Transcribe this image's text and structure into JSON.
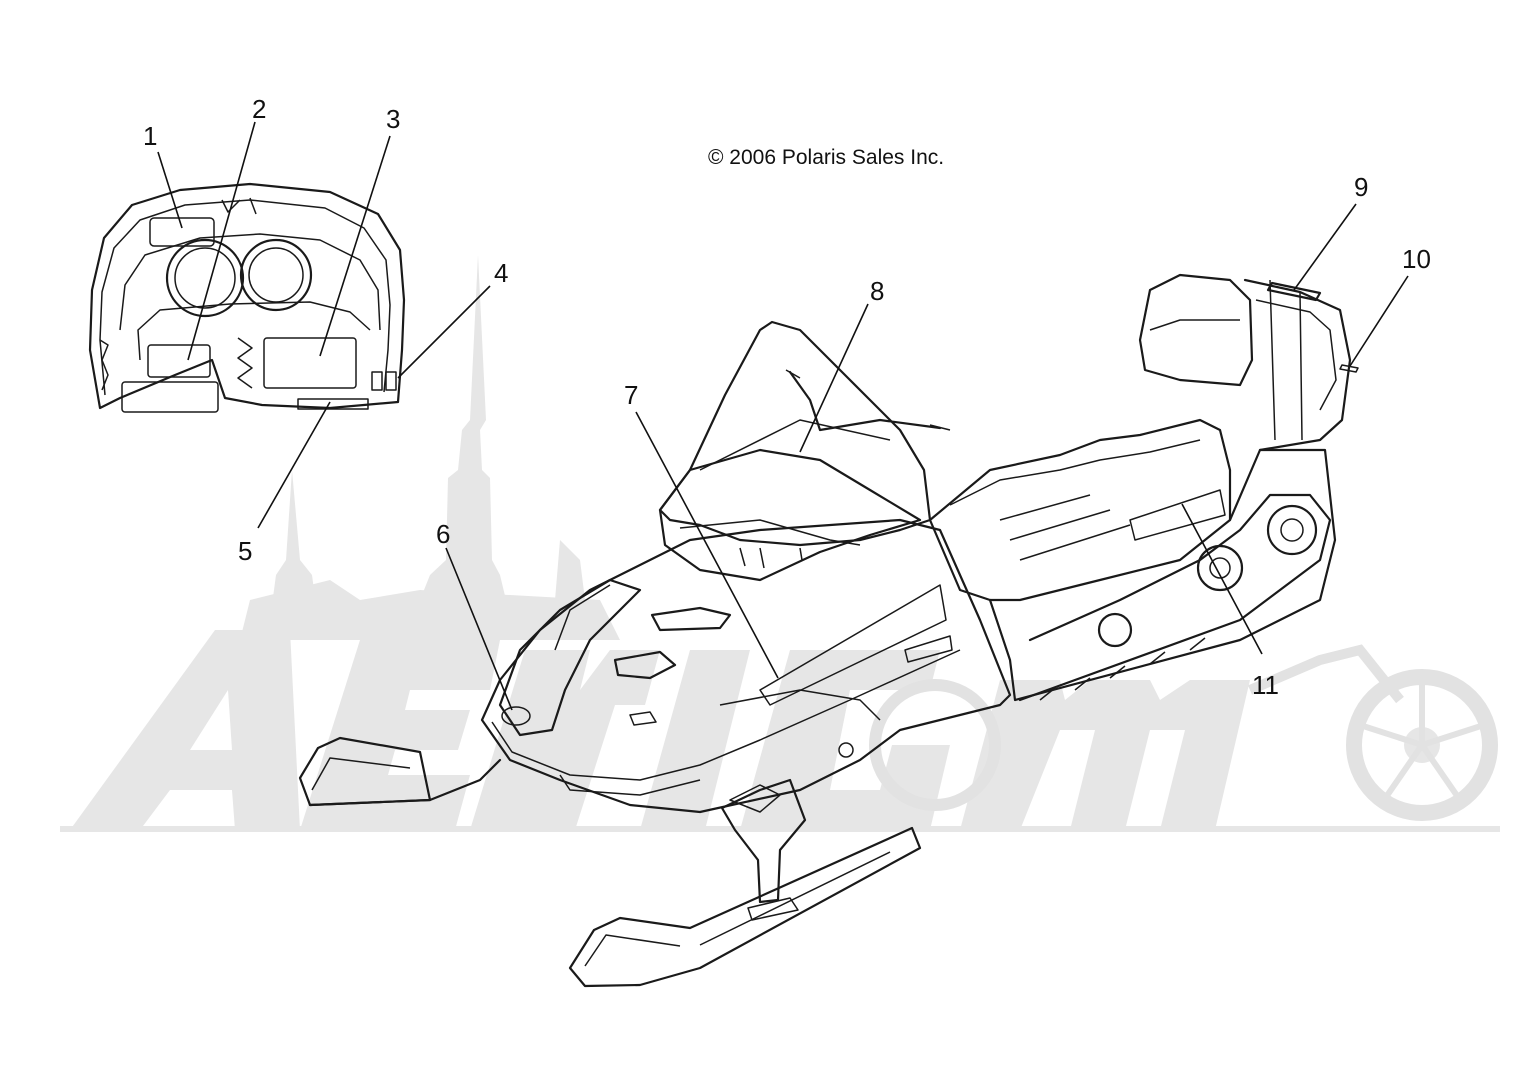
{
  "copyright": "© 2006 Polaris Sales Inc.",
  "watermark_icon": "castle-and-motorcycle-logo",
  "callouts": [
    {
      "id": "1",
      "label": "1"
    },
    {
      "id": "2",
      "label": "2"
    },
    {
      "id": "3",
      "label": "3"
    },
    {
      "id": "4",
      "label": "4"
    },
    {
      "id": "5",
      "label": "5"
    },
    {
      "id": "6",
      "label": "6"
    },
    {
      "id": "7",
      "label": "7"
    },
    {
      "id": "8",
      "label": "8"
    },
    {
      "id": "9",
      "label": "9"
    },
    {
      "id": "10",
      "label": "10"
    },
    {
      "id": "11",
      "label": "11"
    }
  ]
}
